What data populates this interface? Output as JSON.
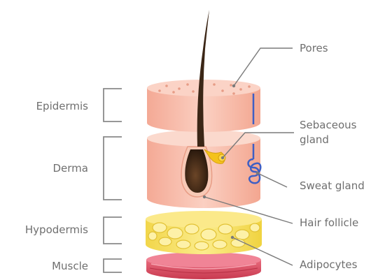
{
  "layers_left": {
    "epidermis": "Epidermis",
    "derma": "Derma",
    "hypodermis": "Hypodermis",
    "muscle": "Muscle"
  },
  "callouts_right": {
    "pores": "Pores",
    "sebaceous_line1": "Sebaceous",
    "sebaceous_line2": "gland",
    "sweat_gland": "Sweat gland",
    "hair_follicle": "Hair follicle",
    "adipocytes": "Adipocytes"
  },
  "colors": {
    "skin": "#f6b7a5",
    "skin_light": "#fbd3c6",
    "hair": "#3b2616",
    "fat": "#f7e36a",
    "muscle": "#e0566a",
    "sweat_gland": "#3f5fc4",
    "sebaceous": "#f3c21a",
    "leader_line": "#7a7a7a",
    "bracket": "#8a8a8a"
  }
}
